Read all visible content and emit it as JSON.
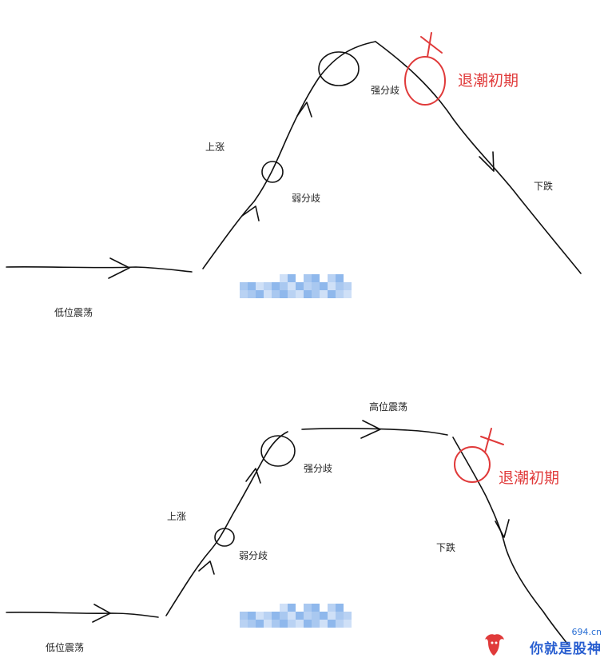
{
  "top_diagram": {
    "label_low": "低位震荡",
    "label_rise": "上涨",
    "label_weak": "弱分歧",
    "label_strong": "强分歧",
    "label_fall": "下跌",
    "label_ebb": "退潮初期"
  },
  "bottom_diagram": {
    "label_low": "低位震荡",
    "label_rise": "上涨",
    "label_weak": "弱分歧",
    "label_strong": "强分歧",
    "label_high": "高位震荡",
    "label_fall": "下跌",
    "label_ebb": "退潮初期"
  },
  "watermark": {
    "site": "694.cn",
    "brand": "你就是股神"
  },
  "colors": {
    "line": "#111111",
    "highlight": "#e03a3a",
    "mosaic": "#8fb8ec",
    "brand": "#2a5fd0"
  }
}
